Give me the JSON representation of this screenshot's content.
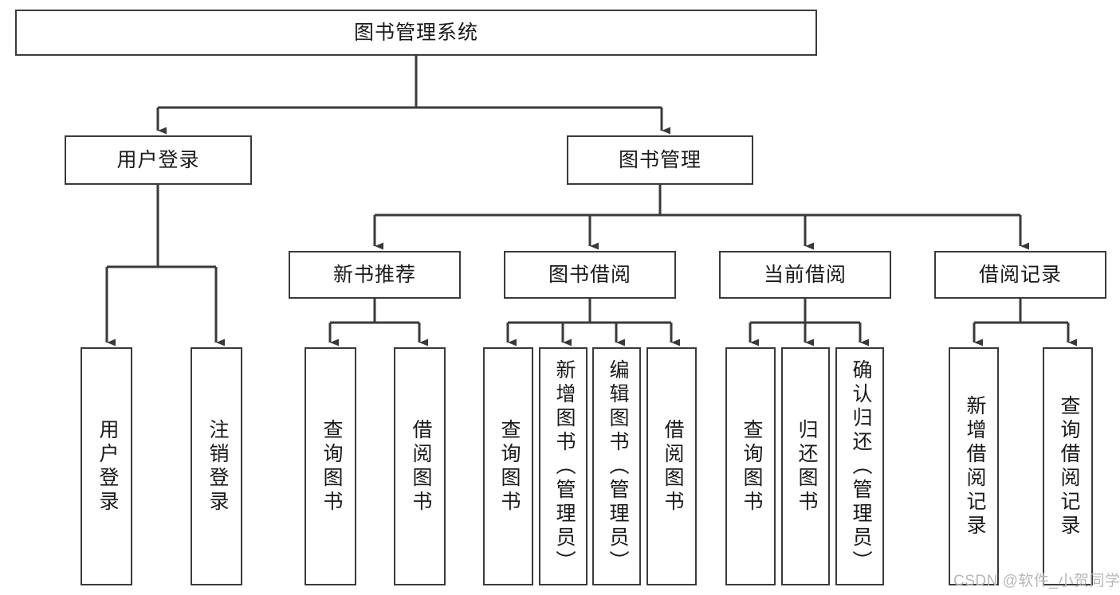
{
  "diagram": {
    "type": "tree-hierarchy-chart",
    "title": "图书管理系统",
    "stroke_color": "#3a3a3a",
    "text_color": "#1a1a1a",
    "background": "#ffffff",
    "root": {
      "label": "图书管理系统"
    },
    "level2": [
      {
        "key": "user-login",
        "label": "用户登录"
      },
      {
        "key": "book-management",
        "label": "图书管理"
      }
    ],
    "level3": [
      {
        "key": "new-book-recommend",
        "label": "新书推荐"
      },
      {
        "key": "book-borrow",
        "label": "图书借阅"
      },
      {
        "key": "current-borrow",
        "label": "当前借阅"
      },
      {
        "key": "borrow-record",
        "label": "借阅记录"
      }
    ],
    "leaves": {
      "user_login": [
        {
          "key": "leaf-user-login",
          "label": "用户登录"
        },
        {
          "key": "leaf-logout-login",
          "label": "注销登录"
        }
      ],
      "new_book_recommend": [
        {
          "key": "leaf-query-book-1",
          "label": "查询图书"
        },
        {
          "key": "leaf-borrow-book-1",
          "label": "借阅图书"
        }
      ],
      "book_borrow": [
        {
          "key": "leaf-query-book-2",
          "label": "查询图书"
        },
        {
          "key": "leaf-add-book-admin",
          "label": "新增图书（管理员）"
        },
        {
          "key": "leaf-edit-book-admin",
          "label": "编辑图书（管理员）"
        },
        {
          "key": "leaf-borrow-book-2",
          "label": "借阅图书"
        }
      ],
      "current_borrow": [
        {
          "key": "leaf-query-book-3",
          "label": "查询图书"
        },
        {
          "key": "leaf-return-book",
          "label": "归还图书"
        },
        {
          "key": "leaf-confirm-return-admin",
          "label": "确认归还（管理员）"
        }
      ],
      "borrow_record": [
        {
          "key": "leaf-add-borrow-record",
          "label": "新增借阅记录"
        },
        {
          "key": "leaf-query-borrow-record",
          "label": "查询借阅记录"
        }
      ]
    }
  },
  "watermark": {
    "text": "CSDN @软件_小贺同学"
  }
}
